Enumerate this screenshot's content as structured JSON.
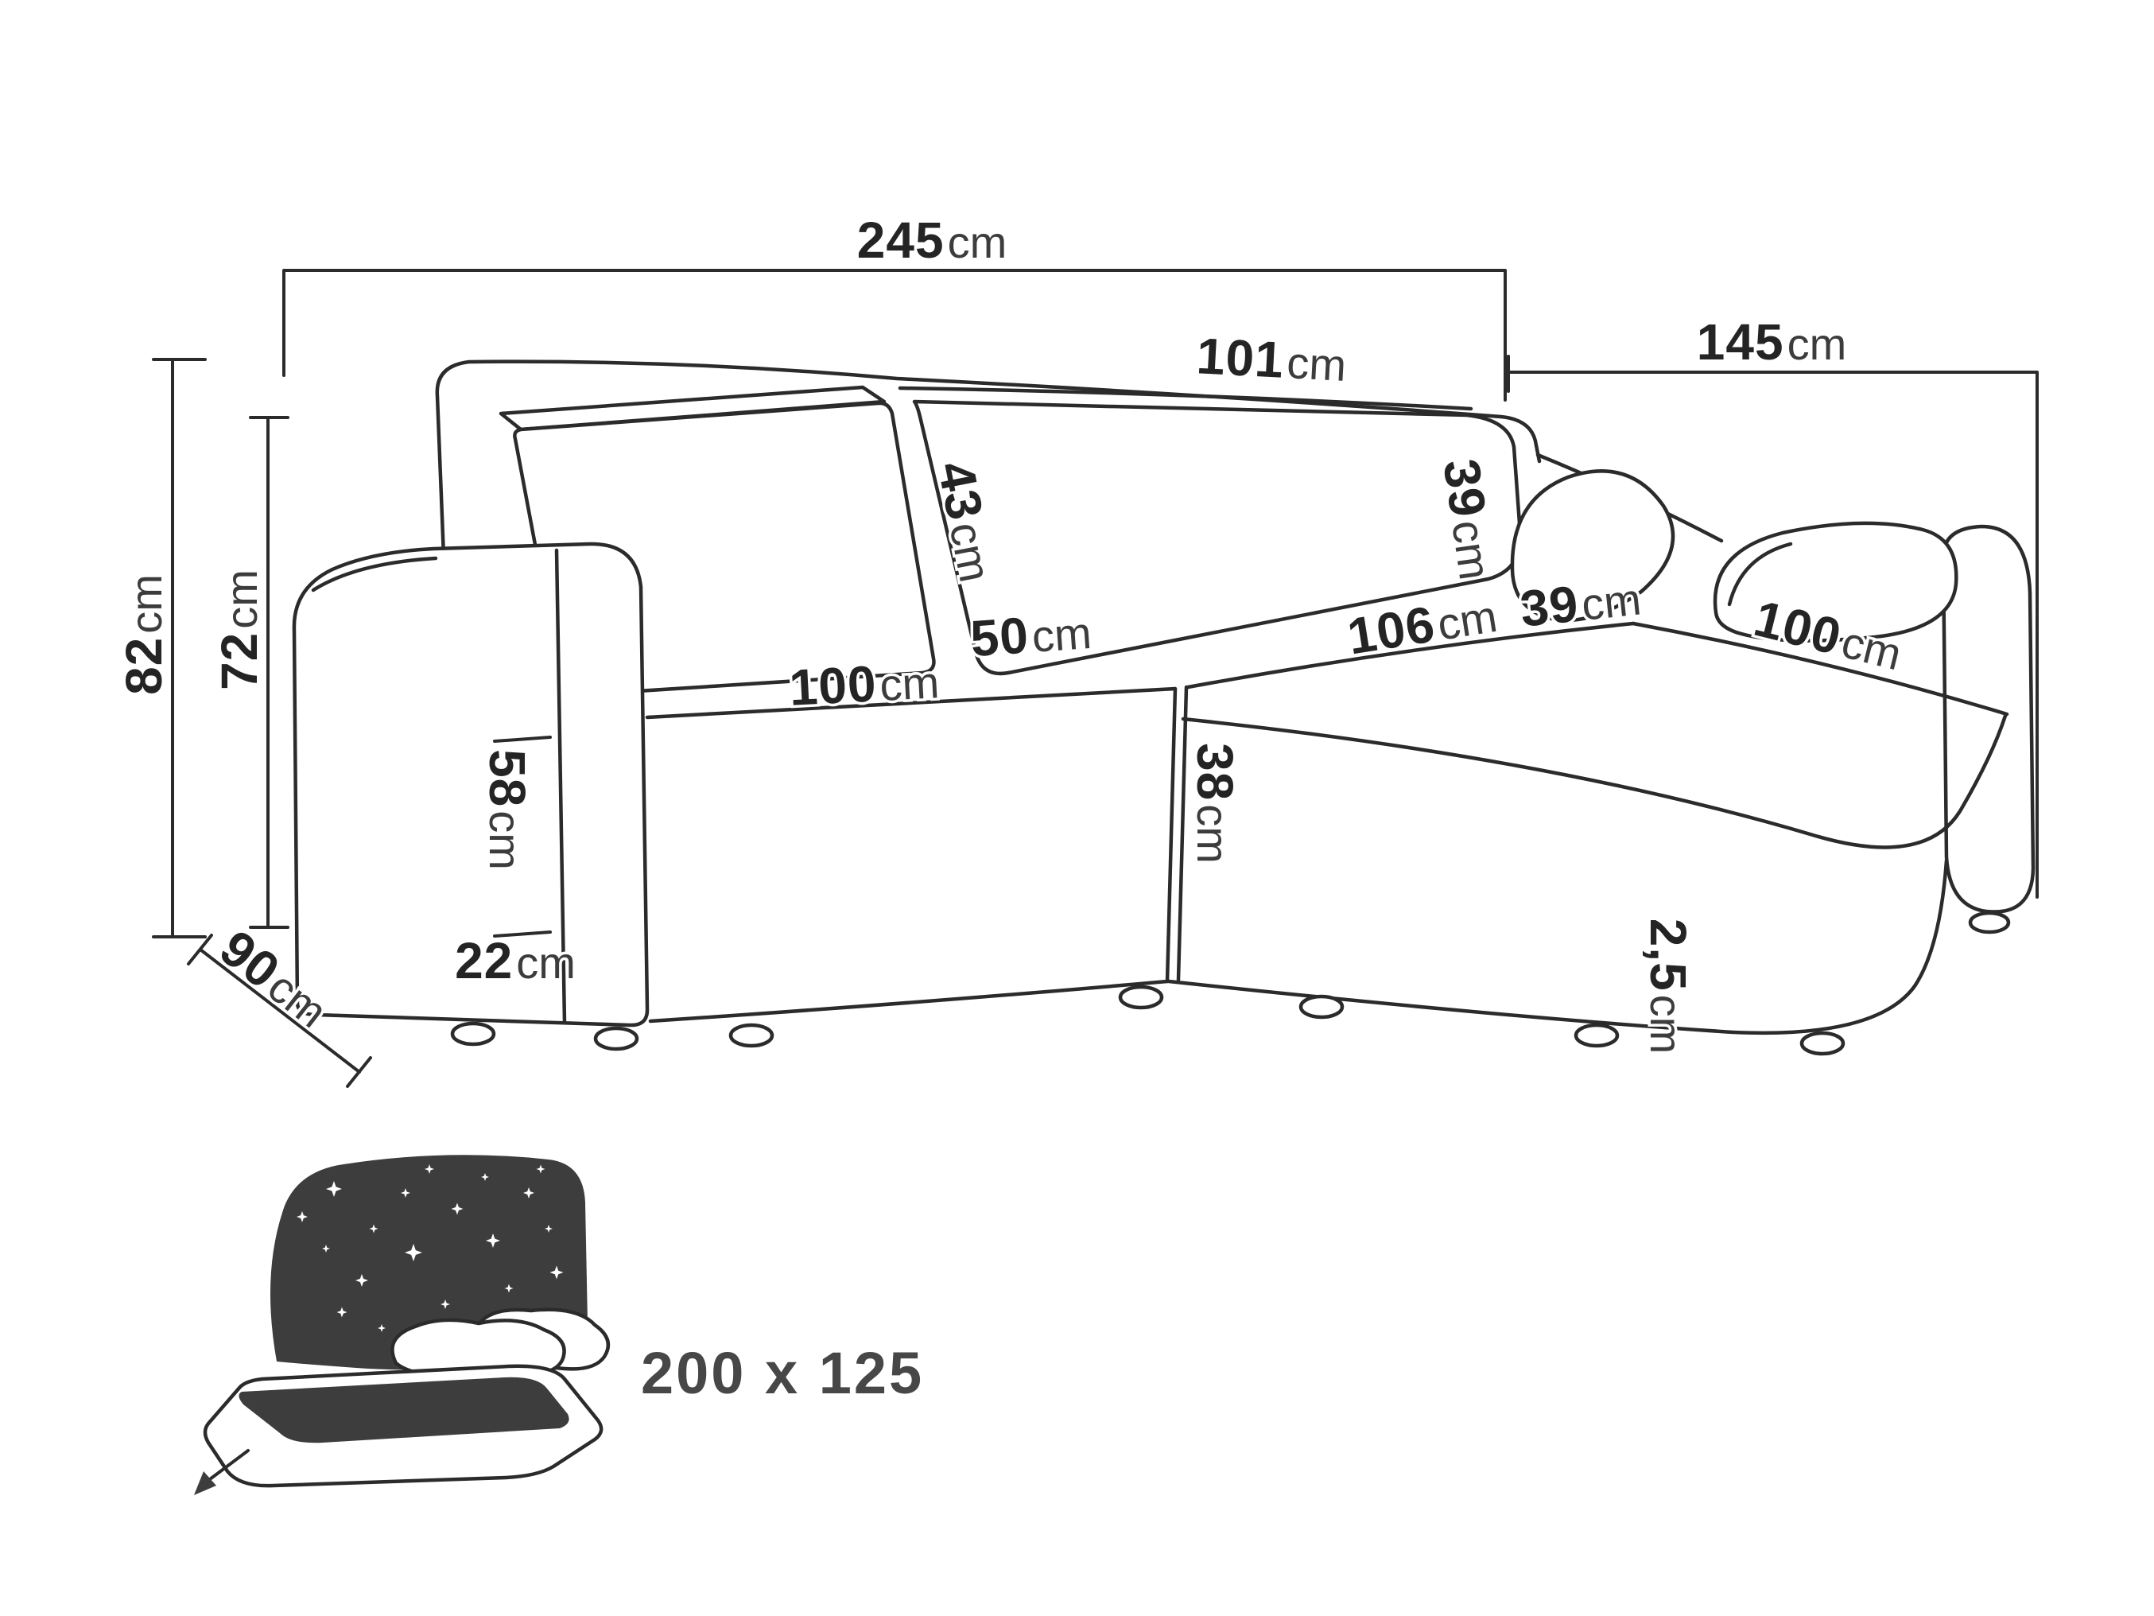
{
  "diagram": {
    "type": "corner-sofa-dimension-drawing",
    "colors": {
      "background": "#ffffff",
      "line": "#2b2b2b",
      "icon_fill": "#3d3d3d",
      "text": "#242424"
    },
    "labels": {
      "overall_width": {
        "value": "245",
        "unit": "cm"
      },
      "side_depth": {
        "value": "145",
        "unit": "cm"
      },
      "back_width": {
        "value": "101",
        "unit": "cm"
      },
      "total_height": {
        "value": "82",
        "unit": "cm"
      },
      "back_height": {
        "value": "72",
        "unit": "cm"
      },
      "depth": {
        "value": "90",
        "unit": "cm"
      },
      "back_cushion_height": {
        "value": "43",
        "unit": "cm"
      },
      "back_cushion_depth": {
        "value": "50",
        "unit": "cm"
      },
      "seat_width": {
        "value": "100",
        "unit": "cm"
      },
      "pillow_height": {
        "value": "39",
        "unit": "cm"
      },
      "pillow_width": {
        "value": "39",
        "unit": "cm"
      },
      "chaise_length": {
        "value": "106",
        "unit": "cm"
      },
      "chaise_width": {
        "value": "100",
        "unit": "cm"
      },
      "armrest_height": {
        "value": "58",
        "unit": "cm"
      },
      "seat_height": {
        "value": "38",
        "unit": "cm"
      },
      "armrest_width": {
        "value": "22",
        "unit": "cm"
      },
      "leg_height": {
        "value": "2,5",
        "unit": "cm"
      }
    },
    "sleeping_area": {
      "size": "200 x 125",
      "icon": "sofa-bed-sleeping-function-icon"
    }
  }
}
